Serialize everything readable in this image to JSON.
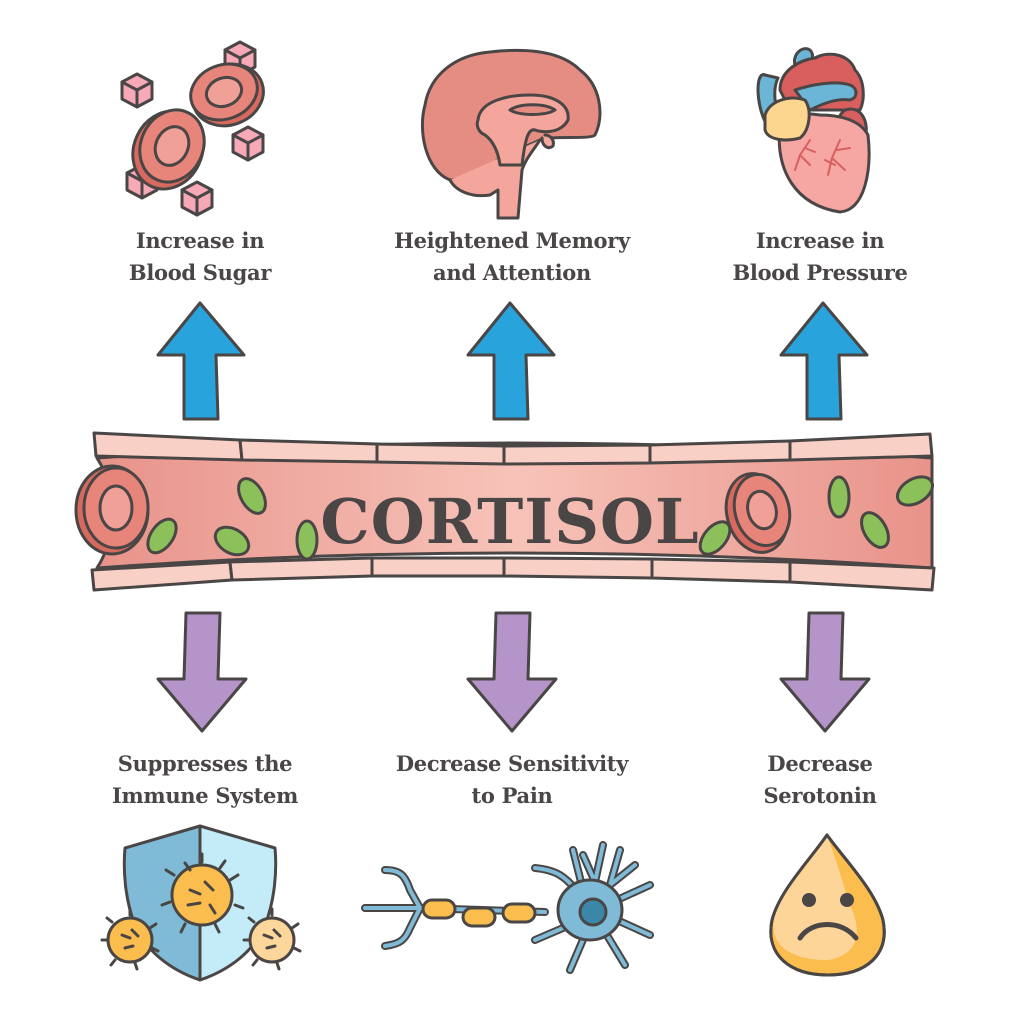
{
  "title": "CORTISOL",
  "colors": {
    "text": "#4a4646",
    "up_arrow": "#29a3dc",
    "down_arrow": "#b595c9",
    "vessel_wall": "#f6c6bb",
    "vessel_lumen": "#e8938a",
    "red_cell": "#e07f76",
    "platelet": "#8cc05a"
  },
  "effects_up": [
    {
      "icon": "blood-cells-sugar-cubes-icon",
      "line1": "Increase in",
      "line2": "Blood Sugar",
      "direction": "increase"
    },
    {
      "icon": "brain-icon",
      "line1": "Heightened Memory",
      "line2": "and Attention",
      "direction": "increase"
    },
    {
      "icon": "heart-icon",
      "line1": "Increase in",
      "line2": "Blood Pressure",
      "direction": "increase"
    }
  ],
  "effects_down": [
    {
      "icon": "immune-shield-icon",
      "line1": "Suppresses the",
      "line2": "Immune System",
      "direction": "decrease"
    },
    {
      "icon": "neuron-icon",
      "line1": "Decrease Sensitivity",
      "line2": "to Pain",
      "direction": "decrease"
    },
    {
      "icon": "sad-drop-icon",
      "line1": "Decrease",
      "line2": "Serotonin",
      "direction": "decrease"
    }
  ]
}
